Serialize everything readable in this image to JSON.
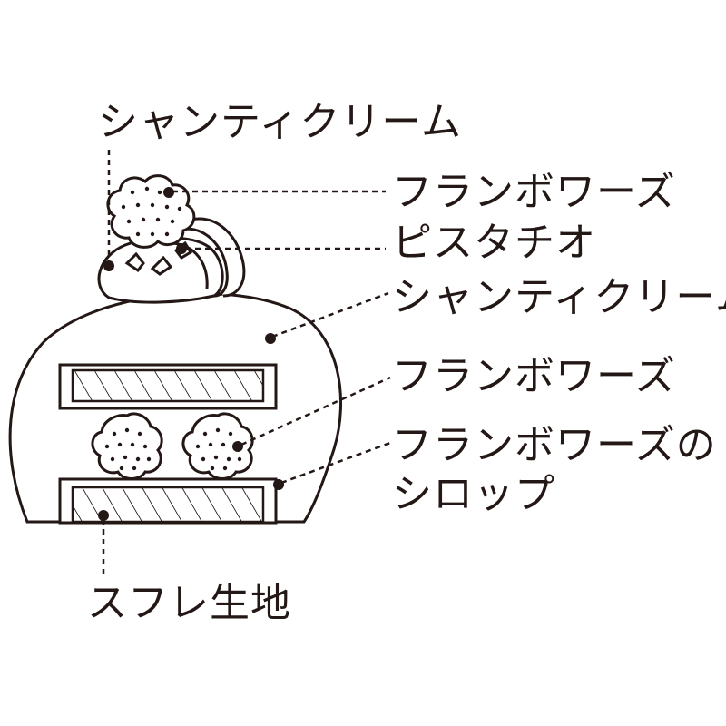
{
  "labels": {
    "top_cream": "シャンティクリーム",
    "framboise_top": "フランボワーズ",
    "pistachio": "ピスタチオ",
    "cream_right": "シャンティクリーム",
    "framboise_mid": "フランボワーズ",
    "syrup_line1": "フランボワーズの",
    "syrup_line2": "シロップ",
    "souffle": "スフレ生地"
  },
  "colors": {
    "ink": "#231815",
    "background": "#ffffff"
  }
}
